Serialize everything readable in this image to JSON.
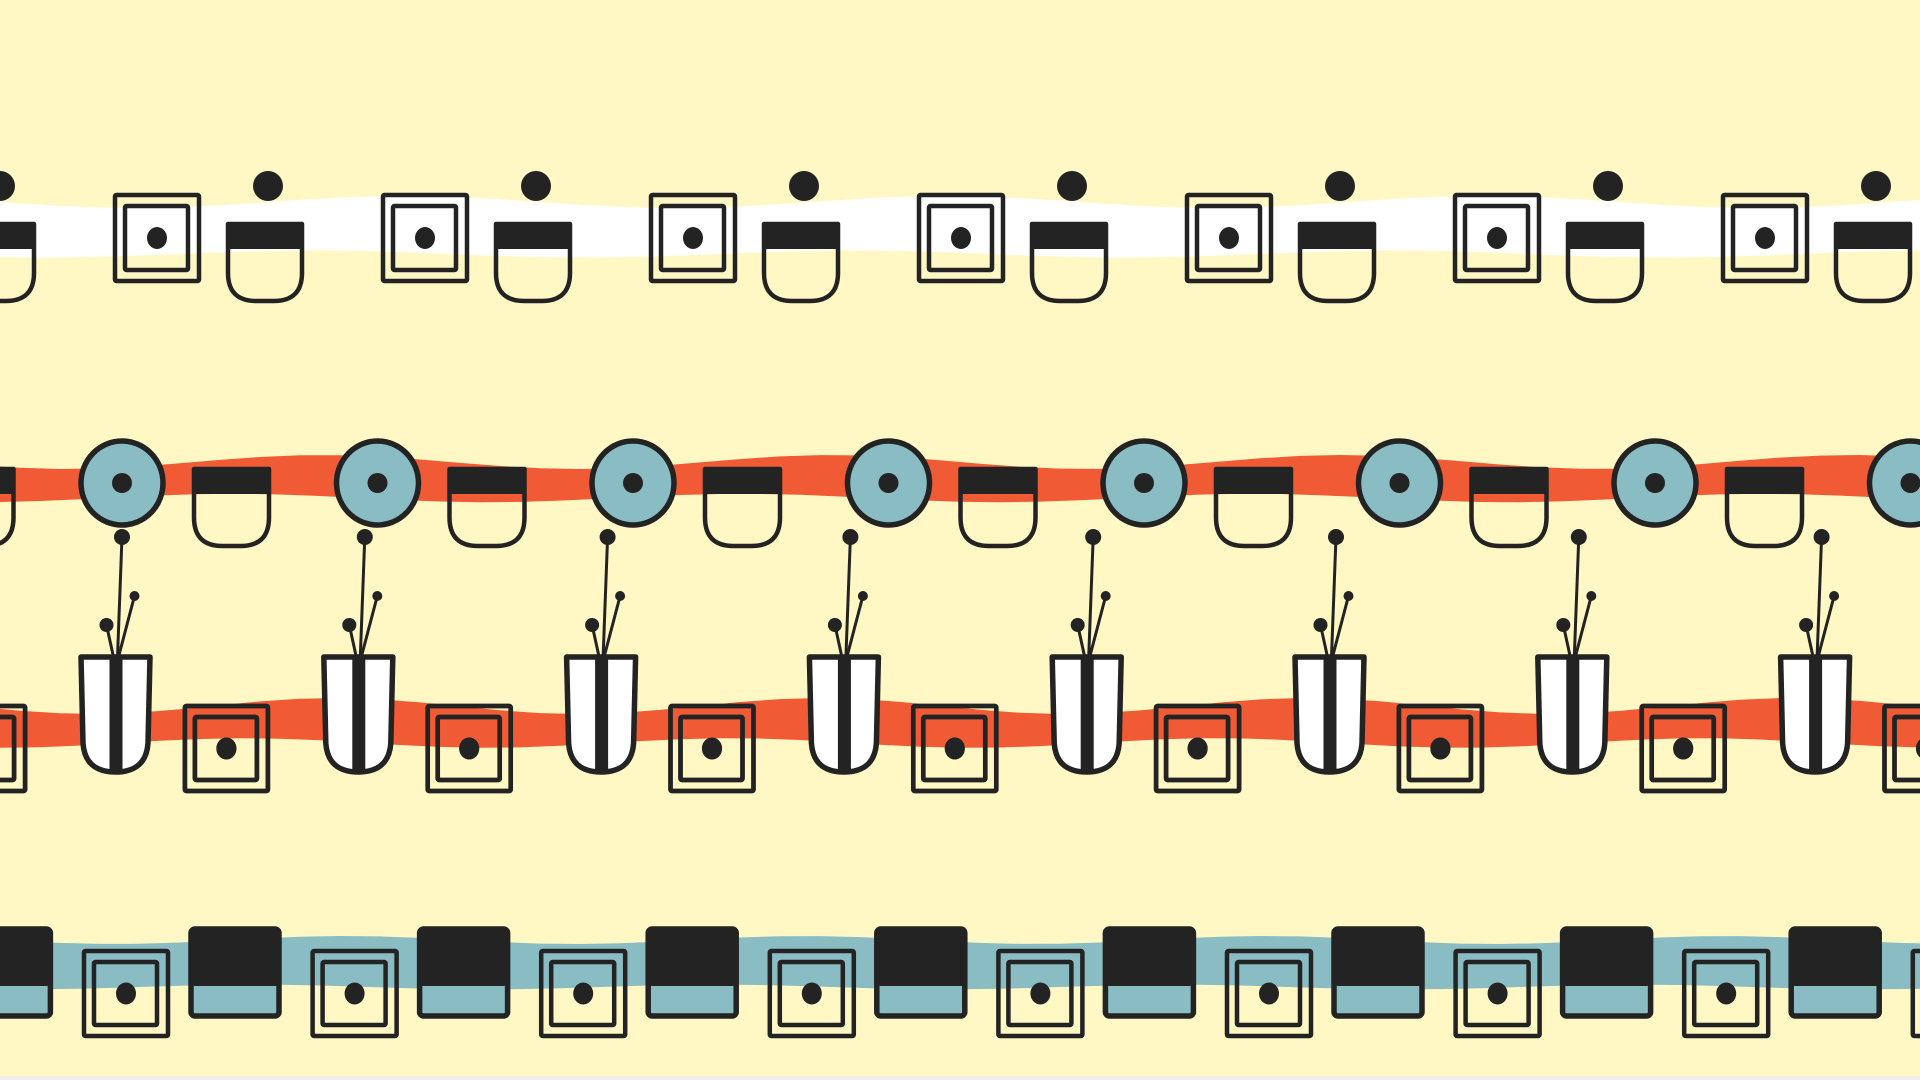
{
  "palette": {
    "background": "#fff8c4",
    "ink": "#232323",
    "white_band": "#ffffff",
    "red_band": "#f05a35",
    "blue": "#89bcc3",
    "vase_fill": "#ffffff"
  },
  "rows": [
    {
      "band": "white",
      "motifs": [
        "concentric-square",
        "cup-with-dot"
      ]
    },
    {
      "band": "red",
      "motifs": [
        "blue-circle",
        "cup"
      ]
    },
    {
      "band": "red",
      "motifs": [
        "striped-vase-with-stems",
        "concentric-square"
      ]
    },
    {
      "band": "blue",
      "motifs": [
        "concentric-square",
        "black-block"
      ]
    }
  ]
}
